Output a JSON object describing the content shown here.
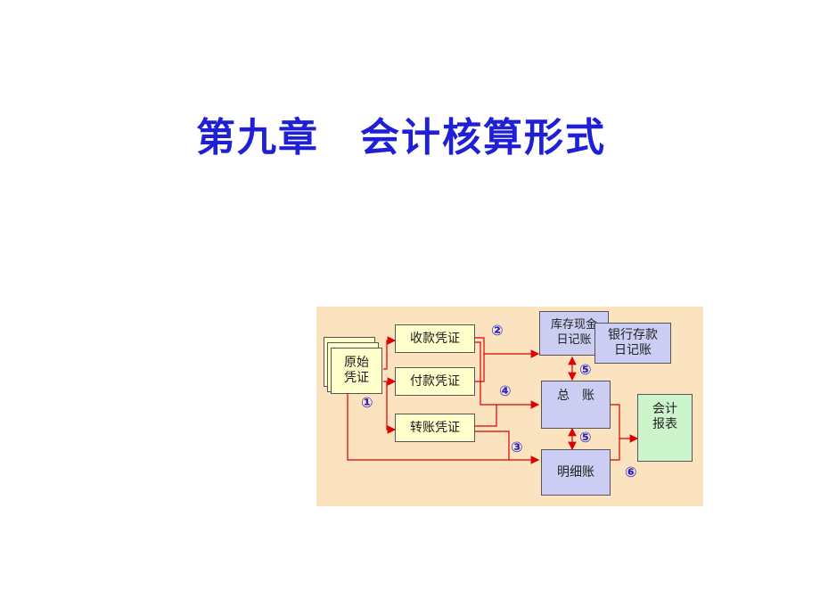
{
  "title": "第九章　会计核算形式",
  "diagram": {
    "source": "原始\n凭证",
    "receipt_voucher": "收款凭证",
    "payment_voucher": "付款凭证",
    "transfer_voucher": "转账凭证",
    "cash_journal": "库存现金\n日记账",
    "bank_journal": "银行存款\n日记账",
    "general_ledger": "总　账",
    "detail_ledger": "明细账",
    "report": "会计\n报表",
    "steps": [
      "①",
      "②",
      "③",
      "④",
      "⑤",
      "⑤",
      "⑥"
    ]
  },
  "colors": {
    "title": "#1f1fd6",
    "background": "#fbe3c0",
    "voucher_box": "#ffffcc",
    "ledger_box": "#cbcdf2",
    "report_box": "#ccf5cc",
    "arrow": "#dd0000",
    "step_number": "#2222cc"
  }
}
